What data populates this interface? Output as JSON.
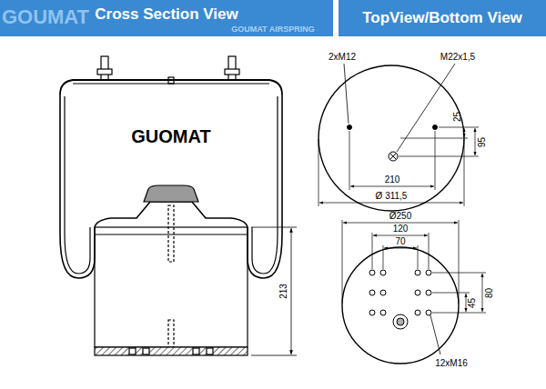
{
  "diagram": {
    "nodes": [
      {
        "text": [
          "Cross Section View"
        ]
      },
      {
        "text": [
          "TopView/Bottom View"
        ]
      }
    ],
    "labels": [
      "GOUMAT",
      "GOUMAT AIRSPRING",
      "GUOMAT",
      "2xM12",
      "M22x1,5",
      "25",
      "95",
      "210",
      "Ø 311,5",
      "213",
      "Ø250",
      "120",
      "70",
      "45",
      "80",
      "12xM16"
    ]
  }
}
